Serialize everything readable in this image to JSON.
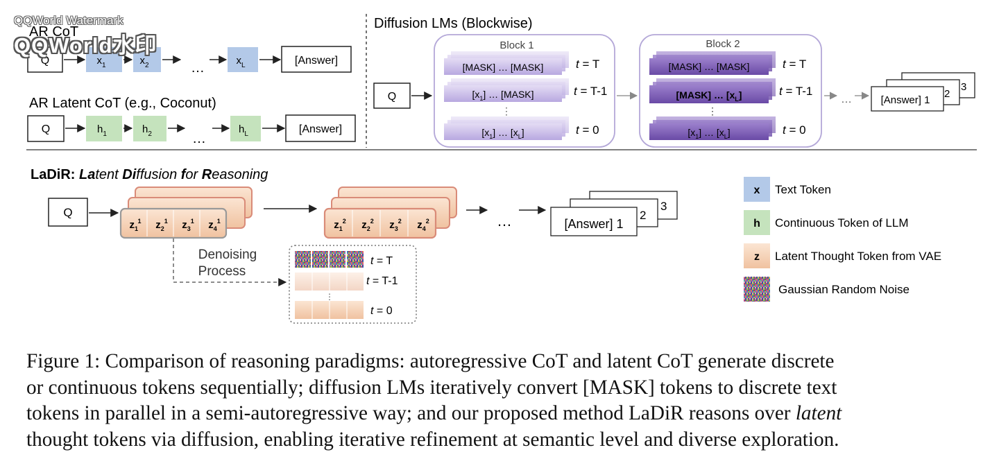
{
  "ar_cot": {
    "title": "AR CoT",
    "q": "Q",
    "tokens": [
      "x",
      "x",
      "x"
    ],
    "subs": [
      "1",
      "2",
      "L"
    ],
    "ellipsis": "…",
    "answer": "[Answer]"
  },
  "ar_latent": {
    "title": "AR Latent CoT (e.g., Coconut)",
    "q": "Q",
    "tokens": [
      "h",
      "h",
      "h"
    ],
    "subs": [
      "1",
      "2",
      "L"
    ],
    "ellipsis": "…",
    "answer": "[Answer]"
  },
  "diffusion": {
    "title": "Diffusion LMs (Blockwise)",
    "q": "Q",
    "block1": {
      "label": "Block 1",
      "row1": "[MASK] … [MASK]",
      "row2_x": "[x",
      "row2_sub": "1",
      "row2_rest": "] … [MASK]",
      "row3_a": "[x",
      "row3_sub1": "1",
      "row3_b": "] … [x",
      "row3_sub2": "L",
      "row3_c": "]",
      "t1": "= T",
      "t2": "= T-1",
      "t3": "= 0"
    },
    "block2": {
      "label": "Block 2",
      "row1": "[MASK] … [MASK]",
      "row2_a": "[MASK] … [x",
      "row2_sub": "L",
      "row2_c": "]",
      "row3_a": "[x",
      "row3_sub1": "1",
      "row3_b": "] … [x",
      "row3_sub2": "L",
      "row3_c": "]",
      "t1": "= T",
      "t2": "= T-1",
      "t3": "= 0"
    },
    "t_var": "t",
    "ellipsis": "…",
    "answer": "[Answer] 1",
    "stack_nums": [
      "2",
      "3"
    ]
  },
  "ladir": {
    "title_prefix": "LaDiR: ",
    "title_parts": [
      {
        "t": "La",
        "b": true
      },
      {
        "t": "tent ",
        "b": false
      },
      {
        "t": "Di",
        "b": true
      },
      {
        "t": "ffusion ",
        "b": false
      },
      {
        "t": "f",
        "b": true
      },
      {
        "t": "or ",
        "b": false
      },
      {
        "t": "R",
        "b": true
      },
      {
        "t": "easoning",
        "b": false
      }
    ],
    "q": "Q",
    "block1_tokens": [
      "z",
      "z",
      "z",
      "z"
    ],
    "block1_subs": [
      "1",
      "2",
      "3",
      "4"
    ],
    "block1_sups": [
      "1",
      "1",
      "1",
      "1"
    ],
    "block2_tokens": [
      "z",
      "z",
      "z",
      "z"
    ],
    "block2_subs": [
      "1",
      "2",
      "3",
      "4"
    ],
    "block2_sups": [
      "2",
      "2",
      "2",
      "2"
    ],
    "ellipsis": "…",
    "answer": "[Answer] 1",
    "stack_nums": [
      "2",
      "3"
    ],
    "denoise_line1": "Denoising",
    "denoise_line2": "Process",
    "t_var": "t",
    "t_labels": [
      "= T",
      "= T-1",
      "= 0"
    ]
  },
  "legend": [
    {
      "symbol": "x",
      "label": "Text Token",
      "color": "#b3c9e8"
    },
    {
      "symbol": "h",
      "label": "Continuous Token of LLM",
      "color": "#c5e3bd"
    },
    {
      "symbol": "z",
      "label": "Latent Thought Token from VAE",
      "color": "#f6d2b8"
    },
    {
      "symbol": "",
      "label": "Gaussian Random Noise",
      "color": "#8a7aa0"
    }
  ],
  "colors": {
    "text_token": "#b3c9e8",
    "continuous_token": "#c5e3bd",
    "latent_token": "#f6d2b8",
    "latent_border": "#d98b78",
    "mask_block": "#c9bde6",
    "dark_block": "#7d5fb4",
    "block_border": "#b4a8d8"
  },
  "watermark": {
    "line1": "QQWorld Watermark",
    "line2": "QQWorld水印"
  },
  "caption": {
    "lines": [
      "Figure 1: Comparison of reasoning paradigms: autoregressive CoT and latent CoT generate discrete",
      "or continuous tokens sequentially; diffusion LMs iteratively convert [MASK] tokens to discrete text",
      "tokens in parallel in a semi-autoregressive way; and our proposed method LaDiR reasons over "
    ],
    "line3_em": "latent",
    "line4": "thought tokens via diffusion, enabling iterative refinement at semantic level and diverse exploration."
  }
}
